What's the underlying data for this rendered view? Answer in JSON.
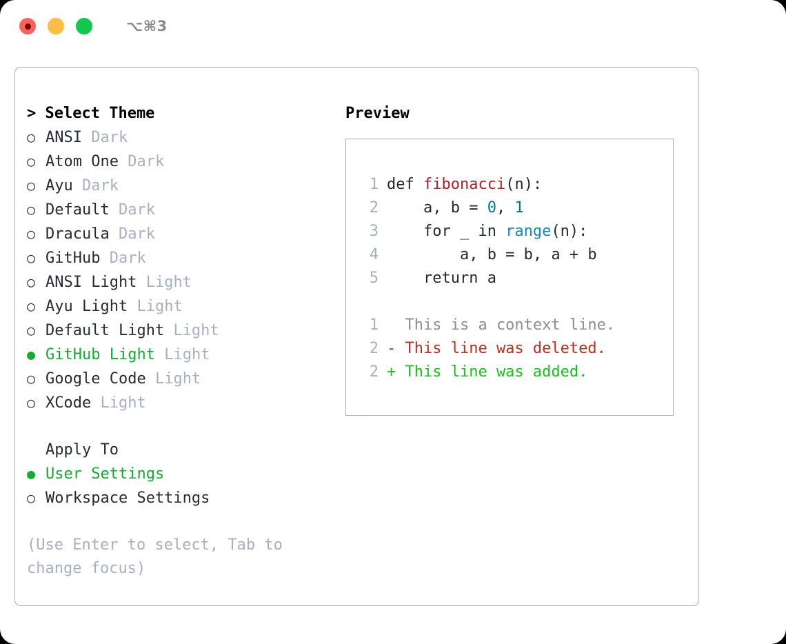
{
  "titlebar": {
    "shortcut": "⌥⌘3",
    "dots": [
      {
        "name": "close",
        "color": "#ff605c"
      },
      {
        "name": "minimize",
        "color": "#ffbd44"
      },
      {
        "name": "maximize",
        "color": "#10ca4e"
      }
    ]
  },
  "left": {
    "heading": "> Select Theme",
    "themes": [
      {
        "bullet": "○",
        "name": "ANSI",
        "kind": "Dark",
        "selected": false
      },
      {
        "bullet": "○",
        "name": "Atom One",
        "kind": "Dark",
        "selected": false
      },
      {
        "bullet": "○",
        "name": "Ayu",
        "kind": "Dark",
        "selected": false
      },
      {
        "bullet": "○",
        "name": "Default",
        "kind": "Dark",
        "selected": false
      },
      {
        "bullet": "○",
        "name": "Dracula",
        "kind": "Dark",
        "selected": false
      },
      {
        "bullet": "○",
        "name": "GitHub",
        "kind": "Dark",
        "selected": false
      },
      {
        "bullet": "○",
        "name": "ANSI Light",
        "kind": "Light",
        "selected": false
      },
      {
        "bullet": "○",
        "name": "Ayu Light",
        "kind": "Light",
        "selected": false
      },
      {
        "bullet": "○",
        "name": "Default Light",
        "kind": "Light",
        "selected": false
      },
      {
        "bullet": "●",
        "name": "GitHub Light",
        "kind": "Light",
        "selected": true
      },
      {
        "bullet": "○",
        "name": "Google Code",
        "kind": "Light",
        "selected": false
      },
      {
        "bullet": "○",
        "name": "XCode",
        "kind": "Light",
        "selected": false
      }
    ],
    "apply_to_heading": "Apply To",
    "apply_to": [
      {
        "bullet": "●",
        "name": "User Settings",
        "selected": true
      },
      {
        "bullet": "○",
        "name": "Workspace Settings",
        "selected": false
      }
    ],
    "hint": "(Use Enter to select, Tab to change focus)"
  },
  "right": {
    "heading": "Preview",
    "code_lines": [
      {
        "no": "1",
        "tokens": [
          {
            "t": "def ",
            "c": "plain"
          },
          {
            "t": "fibonacci",
            "c": "func"
          },
          {
            "t": "(n):",
            "c": "plain"
          }
        ]
      },
      {
        "no": "2",
        "tokens": [
          {
            "t": "    a, b = ",
            "c": "plain"
          },
          {
            "t": "0",
            "c": "num"
          },
          {
            "t": ", ",
            "c": "plain"
          },
          {
            "t": "1",
            "c": "num"
          }
        ]
      },
      {
        "no": "3",
        "tokens": [
          {
            "t": "    for _ in ",
            "c": "plain"
          },
          {
            "t": "range",
            "c": "call"
          },
          {
            "t": "(n):",
            "c": "plain"
          }
        ]
      },
      {
        "no": "4",
        "tokens": [
          {
            "t": "        a, b = b, a + b",
            "c": "plain"
          }
        ]
      },
      {
        "no": "5",
        "tokens": [
          {
            "t": "    return a",
            "c": "plain"
          }
        ]
      },
      {
        "no": "",
        "tokens": []
      },
      {
        "no": "1",
        "tokens": [
          {
            "t": "  This is a context line.",
            "c": "ctx"
          }
        ]
      },
      {
        "no": "2",
        "tokens": [
          {
            "t": "- This line was deleted.",
            "c": "del"
          }
        ]
      },
      {
        "no": "2",
        "tokens": [
          {
            "t": "+ This line was added.",
            "c": "add"
          }
        ]
      }
    ]
  },
  "colors": {
    "accent_green": "#10ad2f",
    "muted": "#a7b0bf",
    "added": "#14c414",
    "deleted": "#c42b1c",
    "func": "#b31d28",
    "number": "#067a7a",
    "call": "#1287c4",
    "border": "#a7b0bf"
  }
}
